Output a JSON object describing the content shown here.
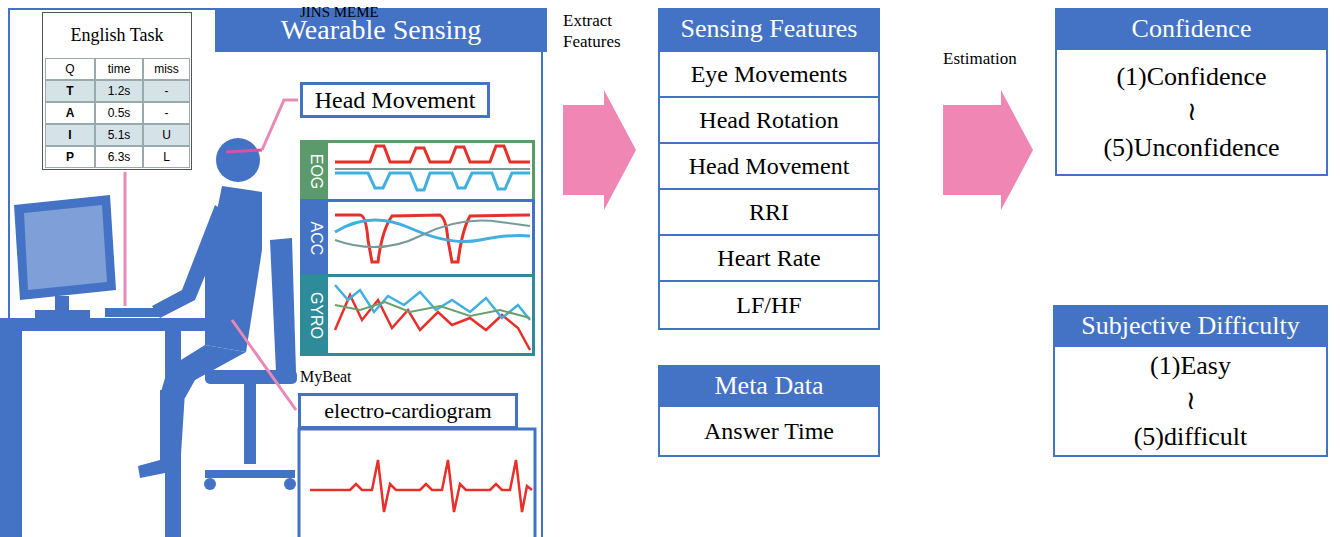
{
  "diagram": {
    "nodes": [
      {
        "text": [
          "Wearable Sensing"
        ]
      },
      {
        "text": [
          "English Task"
        ],
        "in": 0
      },
      {
        "text": [
          "Head Movement"
        ],
        "in": 0
      },
      {
        "text": [
          "EOG"
        ],
        "in": 0
      },
      {
        "text": [
          "ACC"
        ],
        "in": 0
      },
      {
        "text": [
          "GYRO"
        ],
        "in": 0
      },
      {
        "text": [
          "electro-cardiogram"
        ],
        "in": 0
      },
      {
        "text": [
          "Sensing Features"
        ]
      },
      {
        "text": [
          "Eye Movements"
        ],
        "in": 7
      },
      {
        "text": [
          "Head Rotation"
        ],
        "in": 7
      },
      {
        "text": [
          "Head Movement"
        ],
        "in": 7
      },
      {
        "text": [
          "RRI"
        ],
        "in": 7
      },
      {
        "text": [
          "Heart Rate"
        ],
        "in": 7
      },
      {
        "text": [
          "LF/HF"
        ],
        "in": 7
      },
      {
        "text": [
          "Meta Data"
        ]
      },
      {
        "text": [
          "Answer Time"
        ],
        "in": 14
      },
      {
        "text": [
          "Confidence",
          "(1)Confidence",
          "≀",
          "(5)Unconfidence"
        ]
      },
      {
        "text": [
          "Subjective Difficulty",
          "(1)Easy",
          "≀",
          "(5)difficult"
        ]
      }
    ],
    "edges": [
      {
        "from": 0,
        "to": 7,
        "arrow": "to",
        "label": "Extract Features"
      },
      {
        "from": 7,
        "to": 16,
        "arrow": "to",
        "label": "Estimation"
      }
    ],
    "labels": [
      "Q",
      "time",
      "miss",
      "T",
      "1.2s",
      "-",
      "A",
      "0.5s",
      "-",
      "I",
      "5.1s",
      "U",
      "P",
      "6.3s",
      "L",
      "JINS MEME",
      "MyBeat"
    ]
  }
}
